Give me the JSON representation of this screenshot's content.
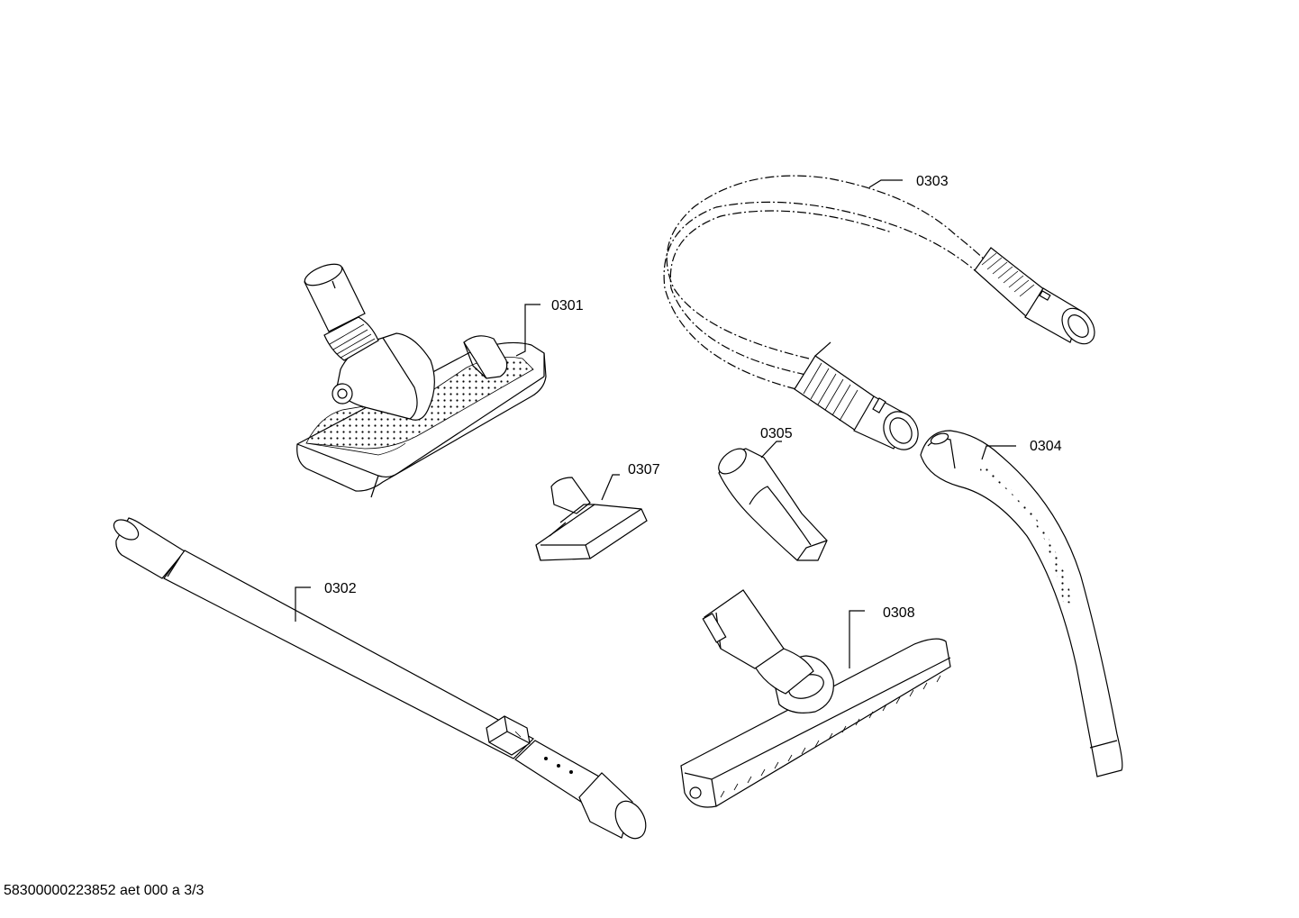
{
  "parts": [
    {
      "id": "0301"
    },
    {
      "id": "0302"
    },
    {
      "id": "0303"
    },
    {
      "id": "0304"
    },
    {
      "id": "0305"
    },
    {
      "id": "0307"
    },
    {
      "id": "0308"
    }
  ],
  "footer": {
    "text": "58300000223852 aet 000 a 3/3"
  }
}
